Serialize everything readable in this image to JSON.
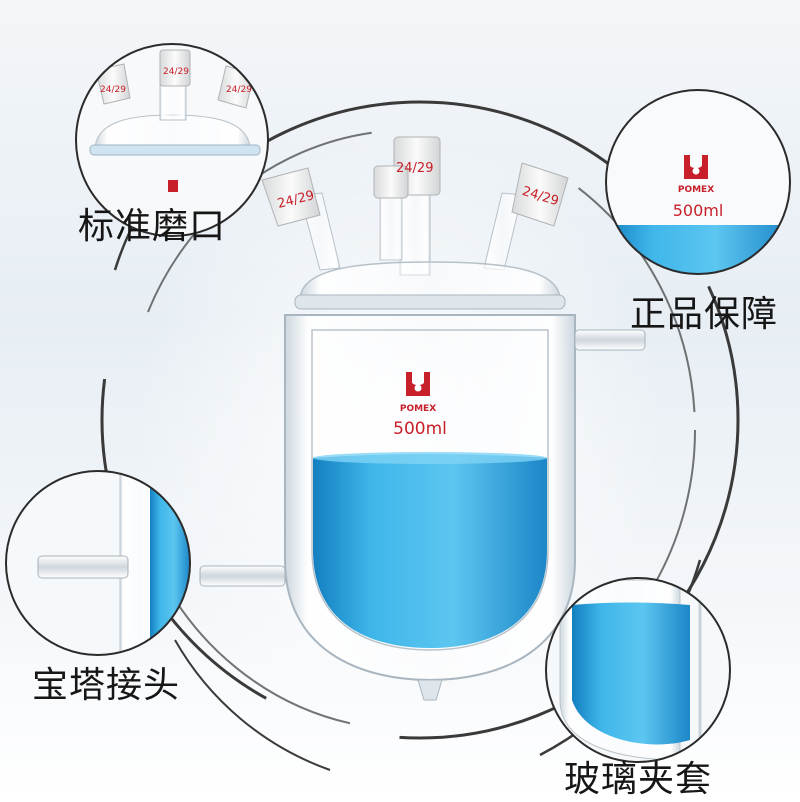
{
  "callouts": {
    "top_left": "标准磨口",
    "top_right": "正品保障",
    "bottom_left": "宝塔接头",
    "bottom_right": "玻璃夹套"
  },
  "flask": {
    "joint_size": "24/29",
    "brand": "POMEX",
    "capacity": "500ml"
  },
  "colors": {
    "liquid": "#2aa6e0",
    "brand_red": "#c8202a",
    "ring": "#3a3a3a"
  }
}
